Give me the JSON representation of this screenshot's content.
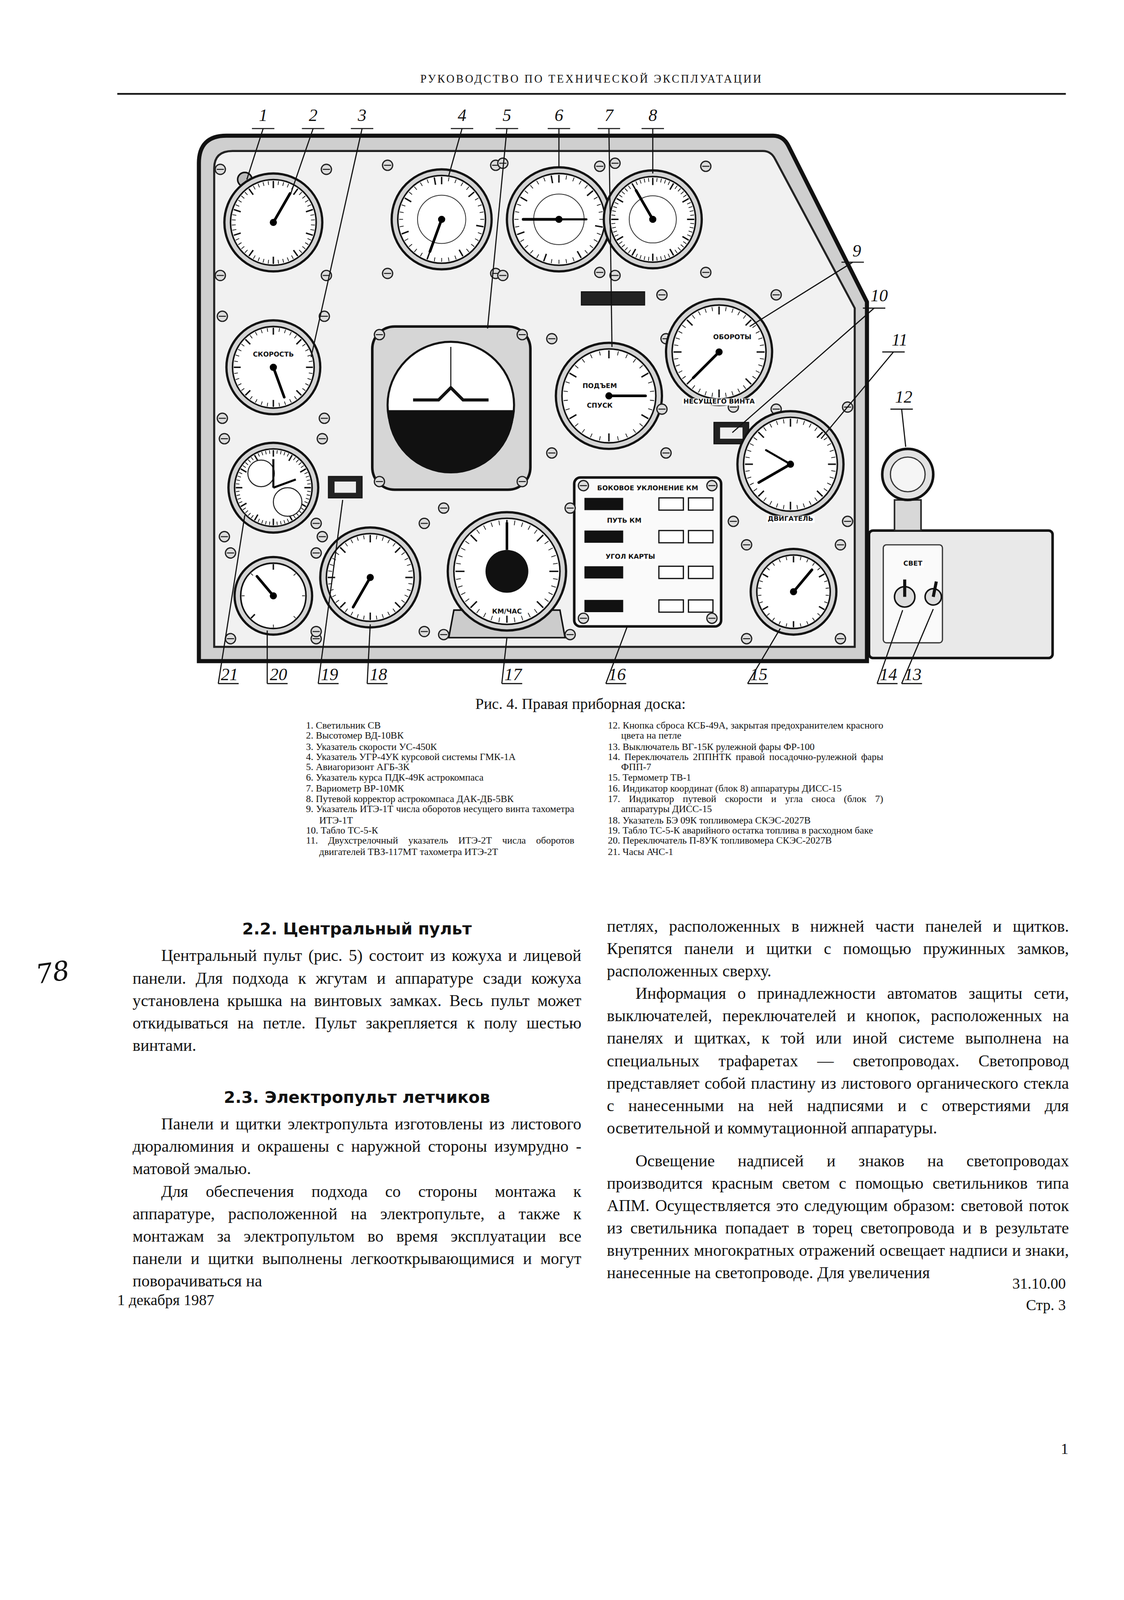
{
  "diagram": {
    "caption": "Рис. 4. Правая приборная доска:",
    "labels": [
      "РУКОВОДСТВО ПО ТЕХНИЧЕСКОЙ ЭКСПЛУАТАЦИИ",
      "1",
      "2",
      "3",
      "4",
      "5",
      "6",
      "7",
      "8",
      "9",
      "10",
      "11",
      "12",
      "21",
      "20",
      "19",
      "18",
      "17",
      "16",
      "15",
      "14",
      "13",
      "СКОРОСТЬ",
      "ОБОРОТЫ",
      "НЕСУЩЕГО ВИНТА",
      "ДВИГАТЕЛЬ",
      "ПОДЪЕМ",
      "СПУСК",
      "КМ/ЧАС",
      "БОКОВОЕ УКЛОНЕНИЕ КМ",
      "ПУТЬ КМ",
      "УГОЛ КАРТЫ",
      "СВЕТ",
      "1. Светильник СВ",
      "2. Высотомер ВД-10ВК",
      "3. Указатель скорости УС-450К",
      "4. Указатель УГР-4УК курсовой системы ГМК-1А",
      "5. Авиагоризонт АГБ-3К",
      "6. Указатель курса ПДК-49К астрокомпаса",
      "7. Вариометр ВР-10МК",
      "8. Путевой корректор астрокомпаса ДАК-ДБ-5ВК",
      "9. Указатель ИТЭ-1Т числа оборотов несущего винта тахометра ИТЭ-1Т",
      "10. Табло ТС-5-К",
      "11. Двухстрелочный указатель ИТЭ-2Т числа оборотов двигателей ТВЗ-117МТ тахометра ИТЭ-2Т",
      "12. Кнопка сброса КСБ-49А, закрытая предохранителем красного цвета на петле",
      "13. Выключатель ВГ-15К рулежной фары ФР-100",
      "14. Переключатель 2ППНТК правой посадочно-рулежной фары ФПП-7",
      "15. Термометр ТВ-1",
      "16. Индикатор координат (блок 8) аппаратуры ДИСС-15",
      "17. Индикатор путевой скорости и угла сноса (блок 7) аппаратуры ДИСС-15",
      "18. Указатель БЭ 09К топливомера СКЭС-2027В",
      "19. Табло ТС-5-К аварийного остатка топлива в расходном баке",
      "20. Переключатель П-8УК топливомера СКЭС-2027В",
      "21. Часы АЧС-1",
      "2.2. Центральный пульт",
      "Центральный пульт (рис. 5) состоит из кожуха и лицевой панели. Для подхода к жгутам и аппаратуре сзади кожуха установлена крышка на винтовых замках. Весь пульт может откидываться на петле. Пульт закрепляется к полу шестью винтами.",
      "2.3. Электропульт летчиков",
      "Панели и щитки электропульта изготовлены из листового дюралюминия и окрашены с наружной стороны изумрудно - матовой эмалью.",
      "Для обеспечения подхода со стороны монтажа к аппаратуре, расположенной на электропульте, а также к монтажам за электропультом во время эксплуатации все панели и щитки выполнены легкооткрывающимися и могут поворачиваться на",
      "петлях, расположенных в нижней части панелей и щитков. Крепятся панели и щитки с помощью пружинных замков, расположенных сверху.",
      "Информация о принадлежности автоматов защиты сети, выключателей, переключателей и кнопок, расположенных на панелях и щитках, к той или иной системе выполнена на специальных трафаретах — светопроводах. Светопровод представляет собой пластину из листового органического стекла с нанесенными на ней надписями и с отверстиями для осветительной и коммутационной аппаратуры.",
      "Освещение надписей и знаков на светопроводах производится красным светом с помощью светильников типа АПМ. Осуществляется это следующим образом: световой поток из светильника попадает в торец светопровода и в результате внутренних многократных отражений освещает надписи и знаки, нанесенные на светопроводе. Для увеличения",
      "1 декабря 1987",
      "31.10.00",
      "Стр. 3",
      "78",
      "1"
    ]
  }
}
